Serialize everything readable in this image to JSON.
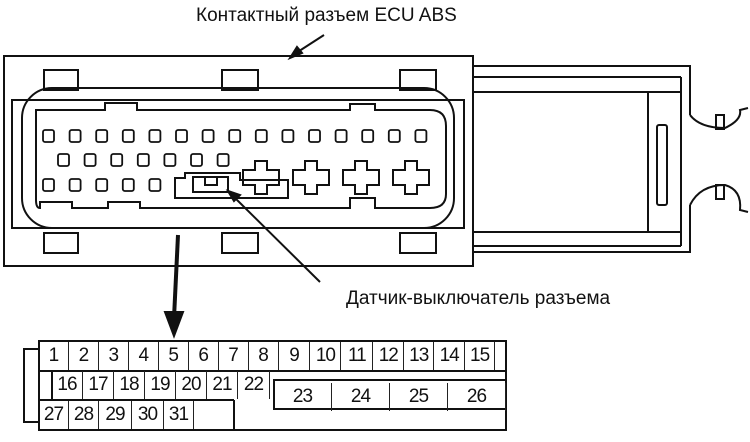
{
  "title": "Контактный разъем ECU  ABS",
  "switch_label": "Датчик-выключатель разъема",
  "pinout": {
    "row1": [
      "1",
      "2",
      "3",
      "4",
      "5",
      "6",
      "7",
      "8",
      "9",
      "10",
      "11",
      "12",
      "13",
      "14",
      "15"
    ],
    "row2": [
      "16",
      "17",
      "18",
      "19",
      "20",
      "21",
      "22"
    ],
    "row2_large": [
      "23",
      "24",
      "25",
      "26"
    ],
    "row3": [
      "27",
      "28",
      "29",
      "30",
      "31"
    ]
  }
}
